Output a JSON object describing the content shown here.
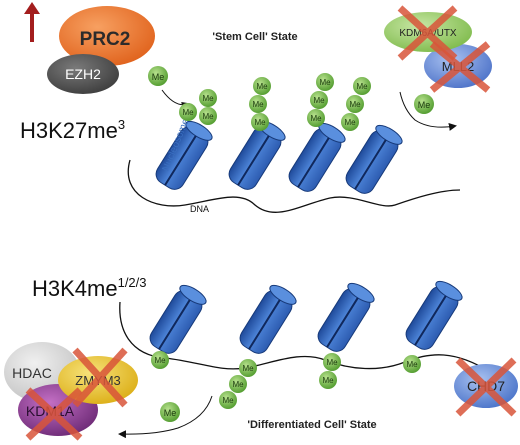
{
  "top": {
    "state_title": "'Stem Cell' State",
    "mark_label_base": "H3K27me",
    "mark_label_sup": "3",
    "nucleosome_label": "Nucleosome",
    "dna_label": "DNA",
    "prc2_label": "PRC2",
    "ezh2_label": "EZH2",
    "kdm6a_label": "KDM6A/UTX",
    "mll2_label": "MLL2",
    "me_label": "Me"
  },
  "bottom": {
    "state_title": "'Differentiated Cell' State",
    "mark_label_base": "H3K4me",
    "mark_label_sup": "1/2/3",
    "hdac_label": "HDAC",
    "zmym3_label": "ZMYM3",
    "kdm1a_label": "KDM1A",
    "chd7_label": "CHD7",
    "me_label": "Me"
  },
  "colors": {
    "prc2": "#e8742f",
    "ezh2": "#4a4a4a",
    "me_green": "#6db33f",
    "nucleosome_blue": "#3c6fc2",
    "arrow_red": "#a31d1d",
    "cross_red": "#d9553a",
    "kdm6a": "#8cc45c",
    "mll2": "#5b7fd1",
    "hdac": "#d4d4d4",
    "zmym3": "#e8c52a",
    "kdm1a": "#8a3b8f",
    "chd7": "#5a86d6",
    "dna_line": "#111111"
  }
}
